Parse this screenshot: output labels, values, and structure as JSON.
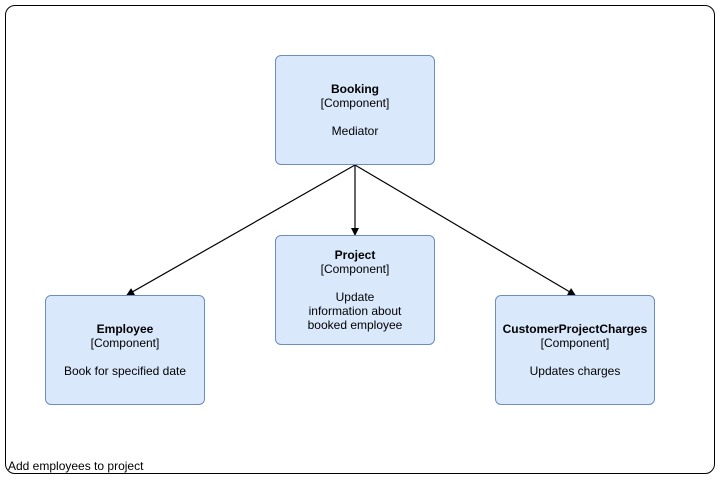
{
  "boundary": {
    "caption": "Add employees to project"
  },
  "nodes": {
    "booking": {
      "name": "Booking",
      "type": "[Component]",
      "description": "Mediator"
    },
    "project": {
      "name": "Project",
      "type": "[Component]",
      "description_lines": [
        "Update",
        "information about",
        "booked employee"
      ]
    },
    "employee": {
      "name": "Employee",
      "type": "[Component]",
      "description": "Book for specified date"
    },
    "charges": {
      "name": "CustomerProjectCharges",
      "type": "[Component]",
      "description": "Updates charges"
    }
  },
  "edges": [
    {
      "from": "Booking",
      "to": "Employee"
    },
    {
      "from": "Booking",
      "to": "Project"
    },
    {
      "from": "Booking",
      "to": "CustomerProjectCharges"
    }
  ],
  "colors": {
    "node_fill": "#dae8fc",
    "node_stroke": "#6c8ebf",
    "edge": "#000000",
    "frame": "#000000"
  }
}
